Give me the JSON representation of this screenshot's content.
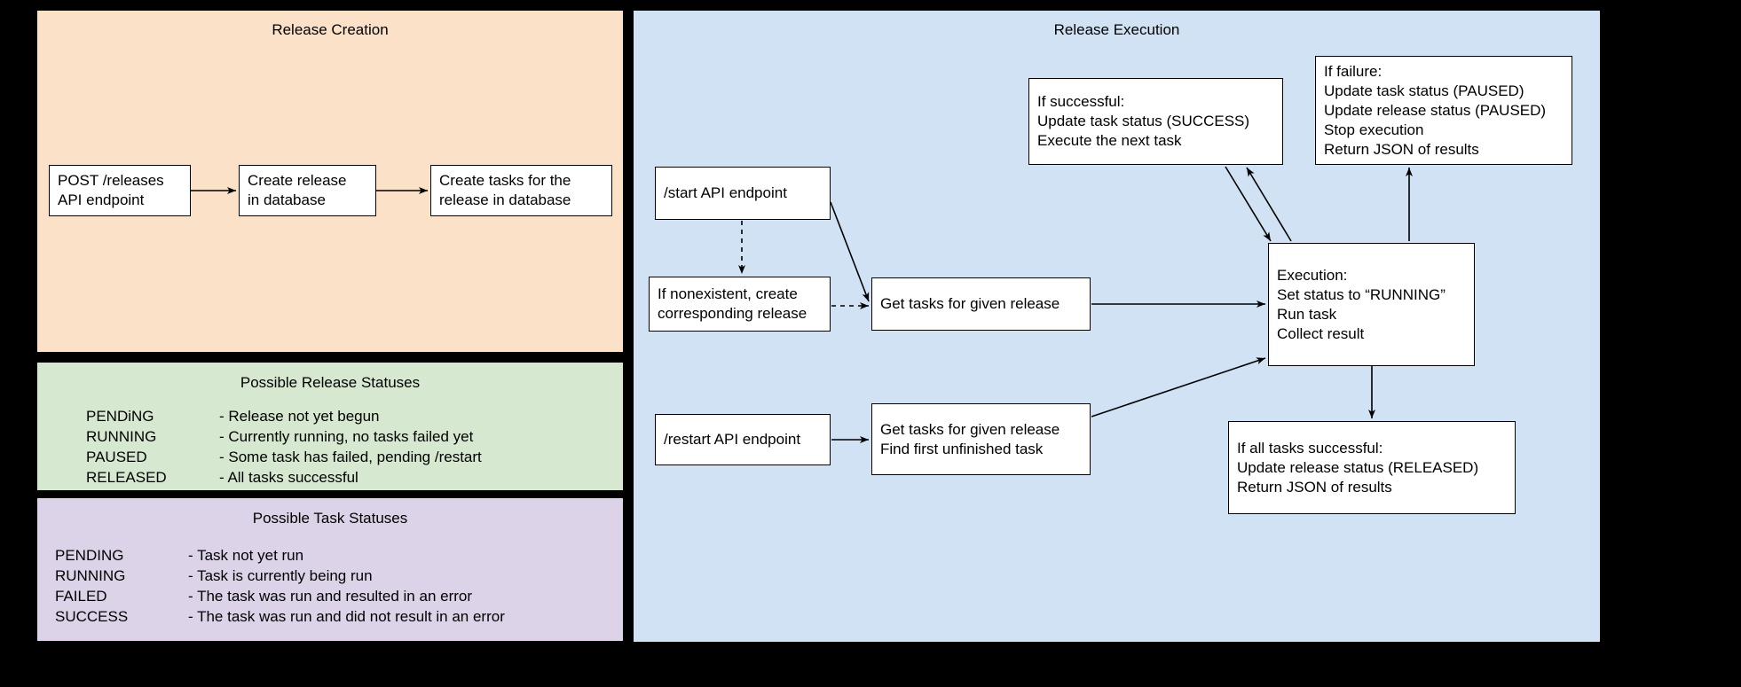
{
  "diagram": {
    "background_color": "#000000",
    "panels": [
      {
        "id": "release-creation",
        "title": "Release Creation",
        "color": "#fae1c8"
      },
      {
        "id": "release-execution",
        "title": "Release Execution",
        "color": "#d0e2f3"
      },
      {
        "id": "release-statuses",
        "title": "Possible Release Statuses",
        "color": "#d6e9d0"
      },
      {
        "id": "task-statuses",
        "title": "Possible Task Statuses",
        "color": "#dcd3e9"
      }
    ]
  },
  "release_creation": {
    "title": "Release Creation",
    "nodes": [
      {
        "id": "post-releases",
        "text": "POST /releases\nAPI endpoint"
      },
      {
        "id": "create-release",
        "text": "Create release\nin database"
      },
      {
        "id": "create-tasks",
        "text": "Create tasks for the\nrelease in database"
      }
    ]
  },
  "release_statuses": {
    "title": "Possible Release Statuses",
    "rows": [
      {
        "status": "PENDiNG",
        "description": "- Release not yet begun"
      },
      {
        "status": "RUNNING",
        "description": "- Currently running, no tasks failed yet"
      },
      {
        "status": "PAUSED",
        "description": "- Some task has failed, pending /restart"
      },
      {
        "status": "RELEASED",
        "description": "- All tasks successful"
      }
    ]
  },
  "task_statuses": {
    "title": "Possible Task Statuses",
    "rows": [
      {
        "status": "PENDING",
        "description": "- Task not yet run"
      },
      {
        "status": "RUNNING",
        "description": "- Task is currently being run"
      },
      {
        "status": "FAILED",
        "description": "- The task was run and resulted in an error"
      },
      {
        "status": "SUCCESS",
        "description": "- The task was run and did not result in an error"
      }
    ]
  },
  "release_execution": {
    "title": "Release Execution",
    "nodes": [
      {
        "id": "if-successful",
        "text": "If successful:\nUpdate task status (SUCCESS)\nExecute the next task"
      },
      {
        "id": "if-failure",
        "text": "If failure:\nUpdate task status (PAUSED)\nUpdate release status (PAUSED)\nStop execution\nReturn JSON of results"
      },
      {
        "id": "start-endpoint",
        "text": "/start API endpoint"
      },
      {
        "id": "if-nonexistent",
        "text": "If nonexistent, create\ncorresponding release"
      },
      {
        "id": "get-tasks-start",
        "text": "Get tasks for given release"
      },
      {
        "id": "execution",
        "text": "Execution:\nSet status to “RUNNING”\nRun task\nCollect result"
      },
      {
        "id": "restart-endpoint",
        "text": "/restart API endpoint"
      },
      {
        "id": "get-tasks-restart",
        "text": "Get tasks for given release\nFind first unfinished task"
      },
      {
        "id": "if-all-successful",
        "text": "If all tasks successful:\nUpdate release status (RELEASED)\nReturn JSON of results"
      }
    ]
  }
}
